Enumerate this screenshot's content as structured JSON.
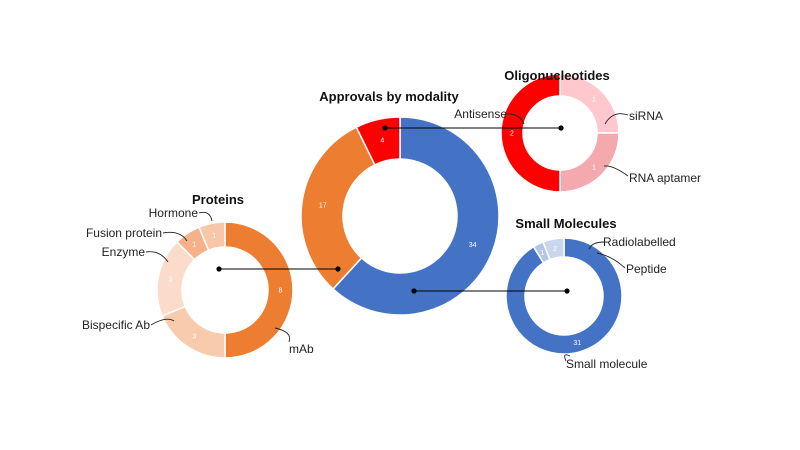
{
  "chart_data": [
    {
      "type": "pie",
      "title": "Approvals by modality",
      "categories": [
        "Small Molecules",
        "Proteins",
        "Oligonucleotides"
      ],
      "values": [
        34,
        17,
        4
      ],
      "colors": [
        "#4472c4",
        "#ed7d31",
        "#ff0000"
      ],
      "show_category_labels": false
    },
    {
      "type": "pie",
      "title": "Proteins",
      "categories": [
        "mAb",
        "Bispecific Ab",
        "Enzyme",
        "Fusion protein",
        "Hormone"
      ],
      "values": [
        8,
        3,
        3,
        1,
        1
      ],
      "colors": [
        "#ed7d31",
        "#f8cbad",
        "#fbdccb",
        "#f6b08a",
        "#f8c7a8"
      ]
    },
    {
      "type": "pie",
      "title": "Oligonucleotides",
      "categories": [
        "siRNA",
        "RNA aptamer",
        "Antisense"
      ],
      "values": [
        1,
        1,
        2
      ],
      "colors": [
        "#ffc7ce",
        "#f4a9ae",
        "#ff0000"
      ]
    },
    {
      "type": "pie",
      "title": "Small Molecules",
      "categories": [
        "Small molecule",
        "Radiolabelled",
        "Peptide"
      ],
      "values": [
        31,
        1,
        2
      ],
      "colors": [
        "#4472c4",
        "#b4c6e7",
        "#c9d6ee"
      ]
    }
  ]
}
